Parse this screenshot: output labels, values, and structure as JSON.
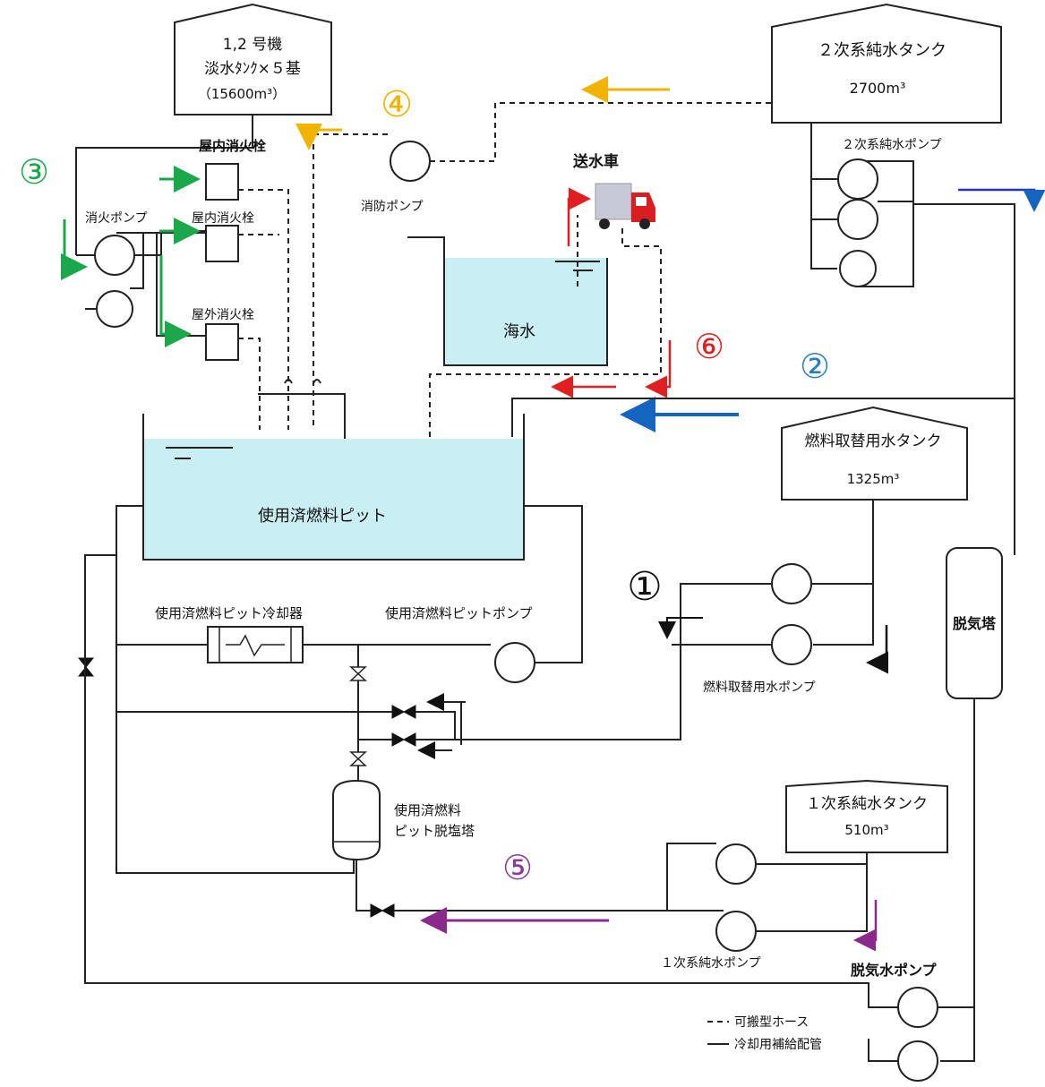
{
  "tanks": {
    "freshwater": {
      "line1": "1,2 号機",
      "line2": "淡水ﾀﾝｸ×５基",
      "line3": "（15600m³）"
    },
    "secondary": {
      "name": "２次系純水タンク",
      "volume": "2700m³"
    },
    "fuel_exchange": {
      "name": "燃料取替用水タンク",
      "volume": "1325m³"
    },
    "primary": {
      "name": "１次系純水タンク",
      "volume": "510m³"
    }
  },
  "labels": {
    "indoor_hydrant_top": "屋内消火栓",
    "indoor_hydrant": "屋内消火栓",
    "outdoor_hydrant": "屋外消火栓",
    "fire_pump": "消火ポンプ",
    "fire_engine_pump": "消防ポンプ",
    "water_truck": "送水車",
    "seawater": "海水",
    "spent_fuel_pit": "使用済燃料ピット",
    "pit_cooler": "使用済燃料ピット冷却器",
    "pit_pump": "使用済燃料ピットポンプ",
    "secondary_pump": "２次系純水ポンプ",
    "fuel_exchange_pump": "燃料取替用水ポンプ",
    "deaerator": "脱気塔",
    "demineralizer_line1": "使用済燃料",
    "demineralizer_line2": "ピット脱塩塔",
    "primary_pump": "１次系純水ポンプ",
    "deaerated_pump": "脱気水ポンプ"
  },
  "legend": {
    "hose": "可搬型ホース",
    "pipe": "冷却用補給配管"
  },
  "routes": [
    {
      "number": "①",
      "color": "#111111"
    },
    {
      "number": "②",
      "color": "#2a7fc4"
    },
    {
      "number": "③",
      "color": "#1aa84a"
    },
    {
      "number": "④",
      "color": "#f2b300"
    },
    {
      "number": "⑤",
      "color": "#8a3a9e"
    },
    {
      "number": "⑥",
      "color": "#e02020"
    }
  ],
  "colors": {
    "water": "#c9eef4",
    "arrow_green": "#1aa84a",
    "arrow_yellow": "#f2b300",
    "arrow_red": "#e02020",
    "arrow_blue": "#1565c0",
    "arrow_purple": "#8a2a8a",
    "truck_red": "#d81e1e"
  }
}
